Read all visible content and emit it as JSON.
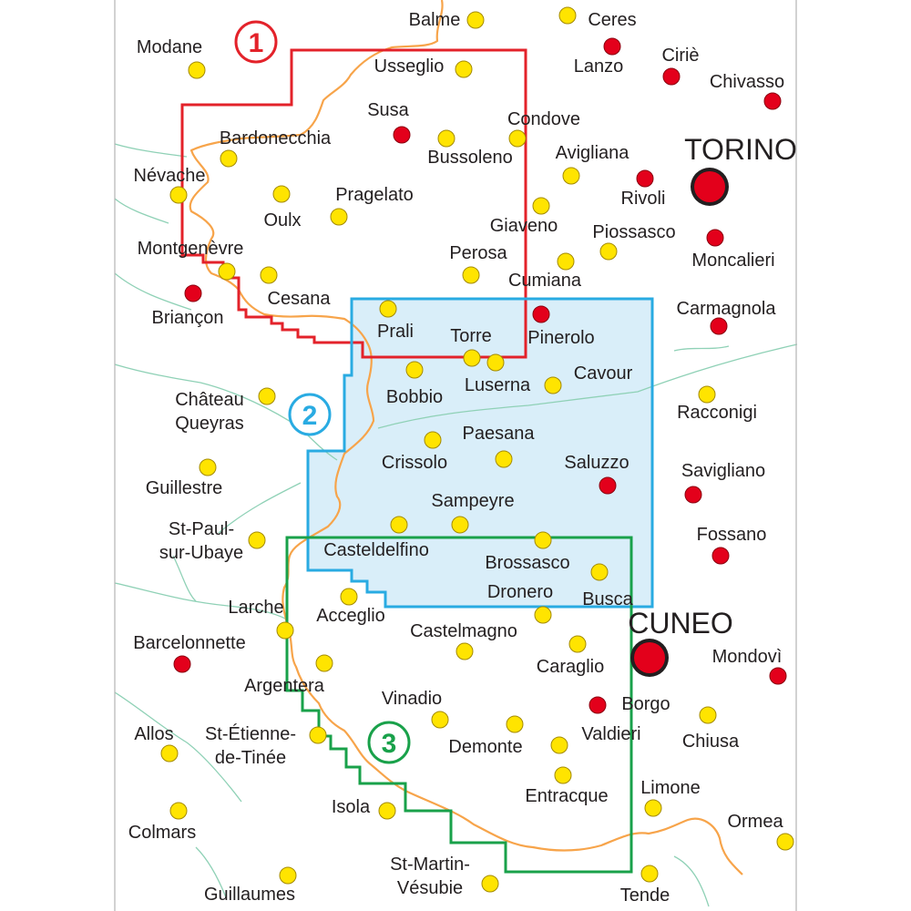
{
  "map": {
    "colors": {
      "background": "#ffffff",
      "frame": "#b3b3b3",
      "region_fill_2": "#d9eef9",
      "zone_1": "#e3222a",
      "zone_2": "#29abe2",
      "zone_3": "#19a14a",
      "border": "#f7a44a",
      "river": "#8fd1b6",
      "town": "#ffe400",
      "town_stroke": "#a38a00",
      "city": "#e3001b",
      "city_stroke": "#8a0010"
    },
    "zones": [
      {
        "number": "1",
        "color": "#e3222a"
      },
      {
        "number": "2",
        "color": "#29abe2"
      },
      {
        "number": "3",
        "color": "#19a14a"
      }
    ],
    "places": [
      {
        "name": "Balme",
        "type": "town"
      },
      {
        "name": "Ceres",
        "type": "town"
      },
      {
        "name": "Modane",
        "type": "town"
      },
      {
        "name": "Lanzo",
        "type": "city"
      },
      {
        "name": "Ciriè",
        "type": "city"
      },
      {
        "name": "Chivasso",
        "type": "city"
      },
      {
        "name": "Usseglio",
        "type": "town"
      },
      {
        "name": "Susa",
        "type": "city"
      },
      {
        "name": "Condove",
        "type": "town"
      },
      {
        "name": "Bardonecchia",
        "type": "town"
      },
      {
        "name": "Bussoleno",
        "type": "town"
      },
      {
        "name": "Avigliana",
        "type": "town"
      },
      {
        "name": "TORINO",
        "type": "capital"
      },
      {
        "name": "Névache",
        "type": "town"
      },
      {
        "name": "Rivoli",
        "type": "city"
      },
      {
        "name": "Pragelato",
        "type": "town"
      },
      {
        "name": "Oulx",
        "type": "town"
      },
      {
        "name": "Giaveno",
        "type": "town"
      },
      {
        "name": "Piossasco",
        "type": "town"
      },
      {
        "name": "Moncalieri",
        "type": "city"
      },
      {
        "name": "Montgenèvre",
        "type": "town"
      },
      {
        "name": "Perosa",
        "type": "town"
      },
      {
        "name": "Cumiana",
        "type": "town"
      },
      {
        "name": "Briançon",
        "type": "city"
      },
      {
        "name": "Cesana",
        "type": "town"
      },
      {
        "name": "Carmagnola",
        "type": "city"
      },
      {
        "name": "Prali",
        "type": "town"
      },
      {
        "name": "Pinerolo",
        "type": "city"
      },
      {
        "name": "Torre",
        "type": "town"
      },
      {
        "name": "Luserna",
        "type": "town"
      },
      {
        "name": "Cavour",
        "type": "town"
      },
      {
        "name": "Bobbio",
        "type": "town"
      },
      {
        "name": "Château Queyras",
        "type": "town"
      },
      {
        "name": "Racconigi",
        "type": "town"
      },
      {
        "name": "Paesana",
        "type": "town"
      },
      {
        "name": "Crissolo",
        "type": "town"
      },
      {
        "name": "Saluzzo",
        "type": "city"
      },
      {
        "name": "Guillestre",
        "type": "town"
      },
      {
        "name": "Savigliano",
        "type": "city"
      },
      {
        "name": "Sampeyre",
        "type": "town"
      },
      {
        "name": "St-Paul-sur-Ubaye",
        "type": "town"
      },
      {
        "name": "Casteldelfino",
        "type": "town"
      },
      {
        "name": "Fossano",
        "type": "city"
      },
      {
        "name": "Brossasco",
        "type": "town"
      },
      {
        "name": "Dronero",
        "type": "town"
      },
      {
        "name": "Busca",
        "type": "town"
      },
      {
        "name": "Larche",
        "type": "town"
      },
      {
        "name": "Acceglio",
        "type": "town"
      },
      {
        "name": "CUNEO",
        "type": "capital"
      },
      {
        "name": "Castelmagno",
        "type": "town"
      },
      {
        "name": "Barcelonnette",
        "type": "city"
      },
      {
        "name": "Mondovì",
        "type": "city"
      },
      {
        "name": "Caraglio",
        "type": "town"
      },
      {
        "name": "Argentera",
        "type": "town"
      },
      {
        "name": "Borgo",
        "type": "city"
      },
      {
        "name": "Vinadio",
        "type": "town"
      },
      {
        "name": "Allos",
        "type": "town"
      },
      {
        "name": "St-Étienne-de-Tinée",
        "type": "town"
      },
      {
        "name": "Demonte",
        "type": "town"
      },
      {
        "name": "Valdieri",
        "type": "town"
      },
      {
        "name": "Chiusa",
        "type": "town"
      },
      {
        "name": "Limone",
        "type": "town"
      },
      {
        "name": "Entracque",
        "type": "town"
      },
      {
        "name": "Isola",
        "type": "town"
      },
      {
        "name": "Colmars",
        "type": "town"
      },
      {
        "name": "Ormea",
        "type": "town"
      },
      {
        "name": "St-Martin-Vésubie",
        "type": "town"
      },
      {
        "name": "Guillaumes",
        "type": "town"
      },
      {
        "name": "Tende",
        "type": "town"
      }
    ]
  }
}
